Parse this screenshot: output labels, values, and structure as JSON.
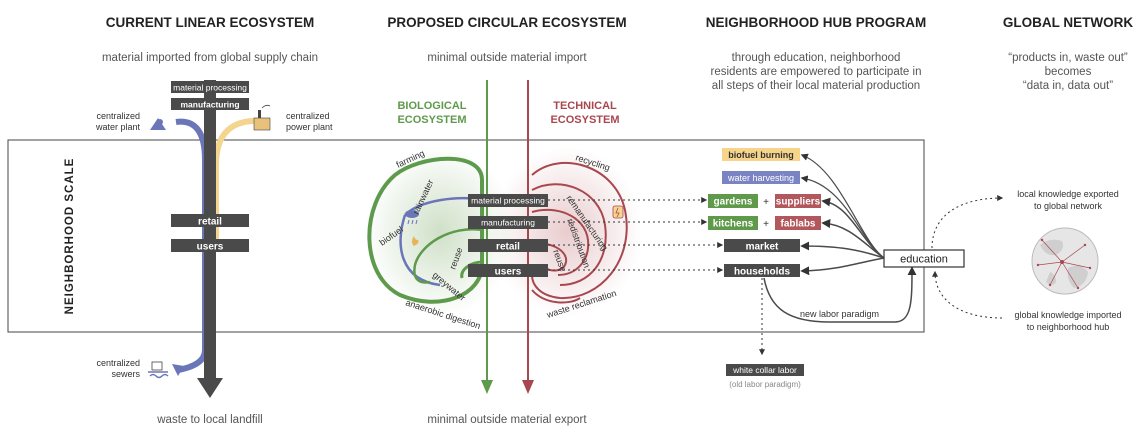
{
  "columns": {
    "linear": {
      "title": "CURRENT LINEAR ECOSYSTEM",
      "subtitle": "material imported from global supply chain",
      "footer": "waste to local landfill"
    },
    "circular": {
      "title": "PROPOSED CIRCULAR ECOSYSTEM",
      "subtitle": "minimal outside material import",
      "footer": "minimal outside material export"
    },
    "hub": {
      "title": "NEIGHBORHOOD HUB PROGRAM",
      "subtitle_lines": [
        "through education, neighborhood",
        "residents are empowered to participate in",
        "all steps of their local material production"
      ]
    },
    "global": {
      "title": "GLOBAL NETWORK",
      "subtitle_lines": [
        "“products in, waste out”",
        "becomes",
        "“data in, data out”"
      ]
    }
  },
  "scale_label": "NEIGHBORHOOD  SCALE",
  "linear": {
    "material_processing": "material processing",
    "manufacturing": "manufacturing",
    "retail": "retail",
    "users": "users",
    "water_plant": [
      "centralized",
      "water plant"
    ],
    "power_plant": [
      "centralized",
      "power plant"
    ],
    "sewers": [
      "centralized",
      "sewers"
    ]
  },
  "circular": {
    "bio_title": [
      "BIOLOGICAL",
      "ECOSYSTEM"
    ],
    "tech_title": [
      "TECHNICAL",
      "ECOSYSTEM"
    ],
    "material_processing": "material processing",
    "manufacturing": "manufacturing",
    "retail": "retail",
    "users": "users",
    "farming": "farming",
    "rainwater": "rainwater",
    "biofuel": "biofuel",
    "reuse_bio": "reuse",
    "greywater": "greywater",
    "anaerobic": "anaerobic digestion",
    "recycling": "recycling",
    "remanufacturing": "remanufacturing",
    "redistribution": "redistribution",
    "reuse_tech": "reuse",
    "waste_reclamation": "waste reclamation"
  },
  "hub": {
    "biofuel_burning": "biofuel burning",
    "water_harvesting": "water harvesting",
    "gardens": "gardens",
    "suppliers": "suppliers",
    "kitchens": "kitchens",
    "fablabs": "fablabs",
    "plus": "+",
    "market": "market",
    "households": "households",
    "education": "education",
    "new_labor": "new labor paradigm",
    "white_collar": "white collar labor",
    "old_labor": "(old labor paradigm)"
  },
  "global": {
    "exported": [
      "local knowledge exported",
      "to global network"
    ],
    "imported": [
      "global knowledge imported",
      "to neighborhood hub"
    ]
  },
  "colors": {
    "dark": "#4a4a4a",
    "blue": "#6b76b8",
    "yellow": "#f3d58f",
    "green": "#5e9a4c",
    "red": "#a9474f",
    "yellow_box": "#f6d48a",
    "blue_box": "#7b84c2",
    "green_box": "#5f9a4a",
    "red_box": "#b2585d"
  }
}
